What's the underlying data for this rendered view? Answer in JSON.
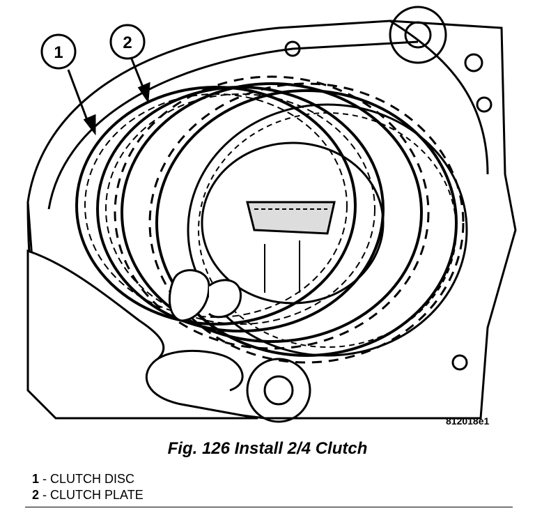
{
  "callouts": [
    {
      "number": "1"
    },
    {
      "number": "2"
    }
  ],
  "figure_id": "812018e1",
  "caption": "Fig. 126 Install 2/4 Clutch",
  "legend": [
    {
      "number": "1",
      "text": " - CLUTCH DISC"
    },
    {
      "number": "2",
      "text": " - CLUTCH PLATE"
    }
  ]
}
